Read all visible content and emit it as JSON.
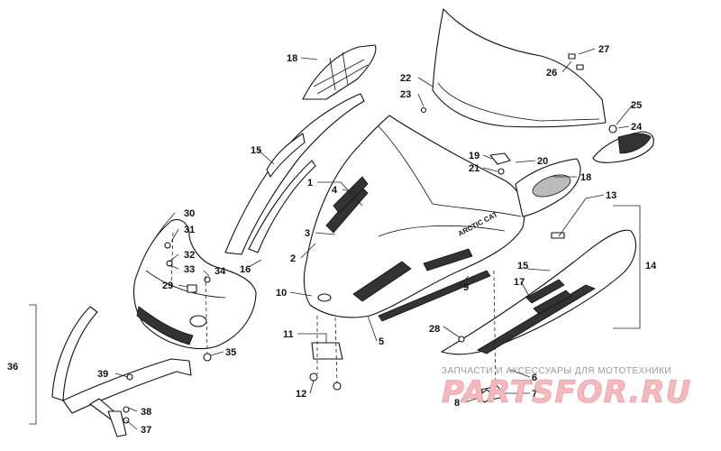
{
  "callouts": [
    {
      "id": "1",
      "label": "1"
    },
    {
      "id": "2",
      "label": "2"
    },
    {
      "id": "3",
      "label": "3"
    },
    {
      "id": "4",
      "label": "4"
    },
    {
      "id": "5",
      "label": "5"
    },
    {
      "id": "6",
      "label": "6"
    },
    {
      "id": "7",
      "label": "7"
    },
    {
      "id": "8",
      "label": "8"
    },
    {
      "id": "9",
      "label": "9"
    },
    {
      "id": "10",
      "label": "10"
    },
    {
      "id": "11",
      "label": "11"
    },
    {
      "id": "12",
      "label": "12"
    },
    {
      "id": "13",
      "label": "13"
    },
    {
      "id": "14",
      "label": "14"
    },
    {
      "id": "15a",
      "label": "15"
    },
    {
      "id": "15b",
      "label": "15"
    },
    {
      "id": "16",
      "label": "16"
    },
    {
      "id": "17",
      "label": "17"
    },
    {
      "id": "18a",
      "label": "18"
    },
    {
      "id": "18b",
      "label": "18"
    },
    {
      "id": "19",
      "label": "19"
    },
    {
      "id": "20",
      "label": "20"
    },
    {
      "id": "21",
      "label": "21"
    },
    {
      "id": "22",
      "label": "22"
    },
    {
      "id": "23",
      "label": "23"
    },
    {
      "id": "24",
      "label": "24"
    },
    {
      "id": "25",
      "label": "25"
    },
    {
      "id": "26",
      "label": "26"
    },
    {
      "id": "27",
      "label": "27"
    },
    {
      "id": "28",
      "label": "28"
    },
    {
      "id": "29",
      "label": "29"
    },
    {
      "id": "30",
      "label": "30"
    },
    {
      "id": "31",
      "label": "31"
    },
    {
      "id": "32",
      "label": "32"
    },
    {
      "id": "33",
      "label": "33"
    },
    {
      "id": "34",
      "label": "34"
    },
    {
      "id": "35",
      "label": "35"
    },
    {
      "id": "36",
      "label": "36"
    },
    {
      "id": "37",
      "label": "37"
    },
    {
      "id": "38",
      "label": "38"
    },
    {
      "id": "39",
      "label": "39"
    }
  ],
  "hood_brand": "ARCTIC CAT",
  "watermark": {
    "tagline": "ЗАПЧАСТИ И АКСЕССУАРЫ ДЛЯ МОТОТЕХНИКИ",
    "logo": "PARTSFOR.RU"
  },
  "colors": {
    "line": "#111111",
    "mesh": "#333333",
    "watermark_logo": "#f4b8bd"
  }
}
